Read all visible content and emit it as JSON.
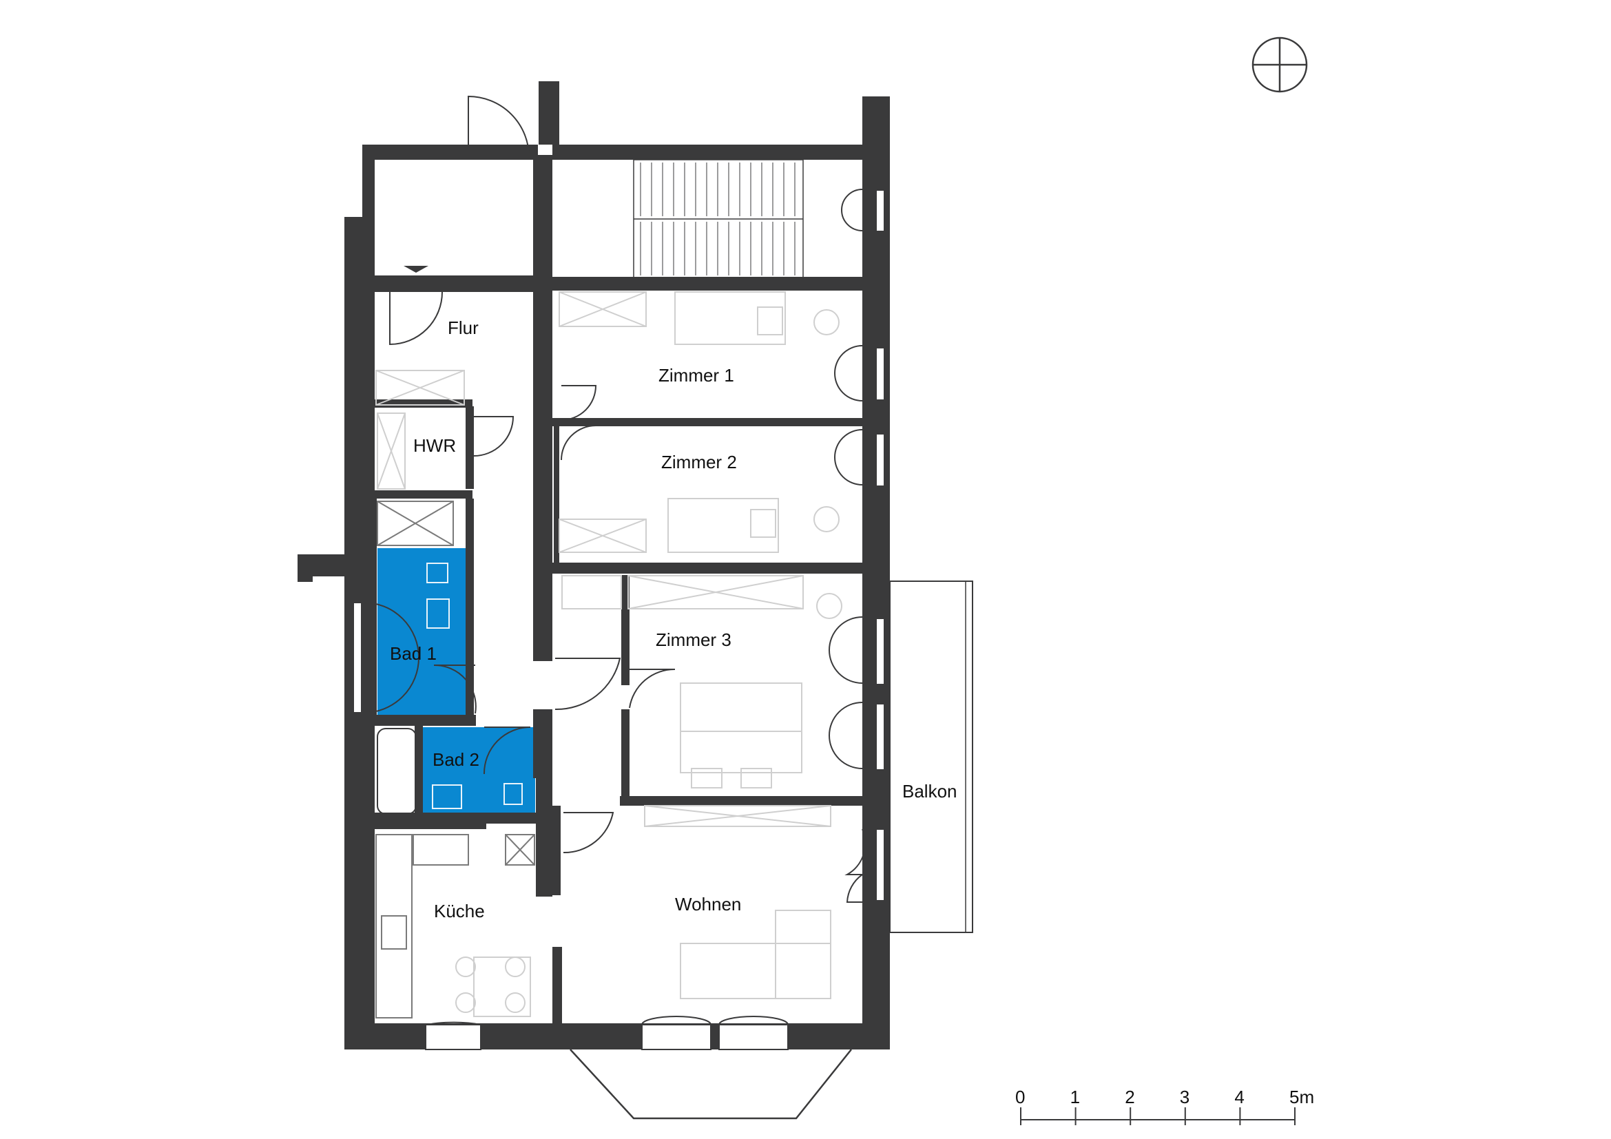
{
  "rooms": {
    "flur": "Flur",
    "zimmer1": "Zimmer 1",
    "zimmer2": "Zimmer 2",
    "hwr": "HWR",
    "bad1": "Bad 1",
    "zimmer3": "Zimmer 3",
    "bad2": "Bad 2",
    "balkon": "Balkon",
    "kueche": "Küche",
    "wohnen": "Wohnen"
  },
  "scale_bar": {
    "ticks": [
      "0",
      "1",
      "2",
      "3",
      "4",
      "5m"
    ]
  },
  "colors": {
    "wall": "#3a3a3b",
    "bathroom": "#0a88d1",
    "furniture": "#cfcfcf"
  }
}
